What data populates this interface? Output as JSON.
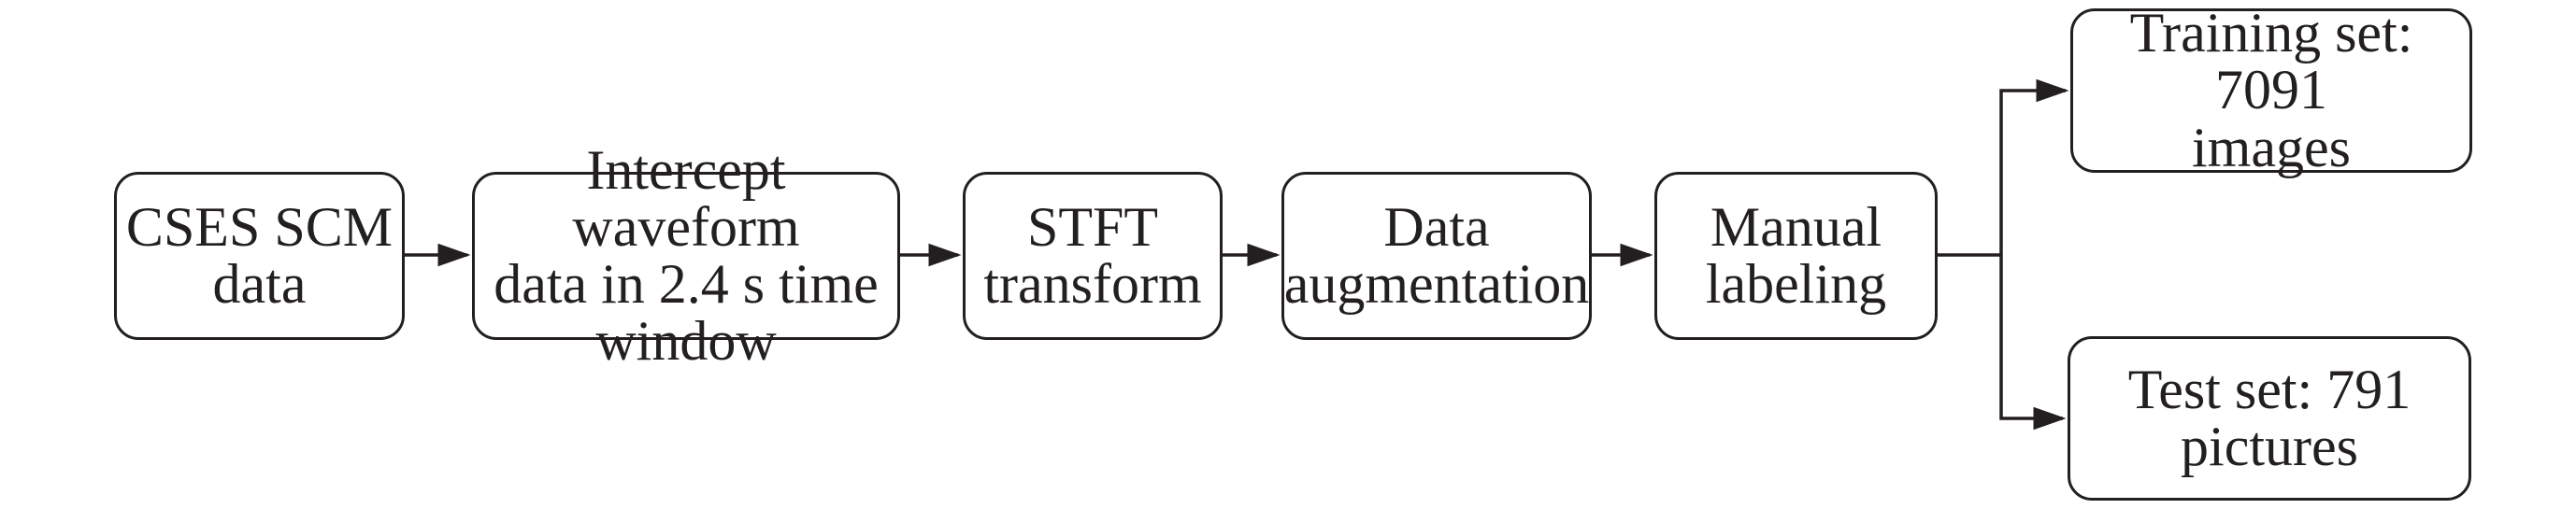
{
  "diagram": {
    "nodes": {
      "cses": "CSES SCM\ndata",
      "intercept": "Intercept waveform\ndata in 2.4 s time\nwindow",
      "stft": "STFT\ntransform",
      "augment": "Data\naugmentation",
      "manual": "Manual\nlabeling",
      "training": "Training set: 7091\nimages",
      "test": "Test set: 791\npictures"
    },
    "edges": [
      [
        "cses",
        "intercept"
      ],
      [
        "intercept",
        "stft"
      ],
      [
        "stft",
        "augment"
      ],
      [
        "augment",
        "manual"
      ],
      [
        "manual",
        "training"
      ],
      [
        "manual",
        "test"
      ]
    ],
    "colors": {
      "stroke": "#231f20",
      "background": "#ffffff"
    }
  }
}
